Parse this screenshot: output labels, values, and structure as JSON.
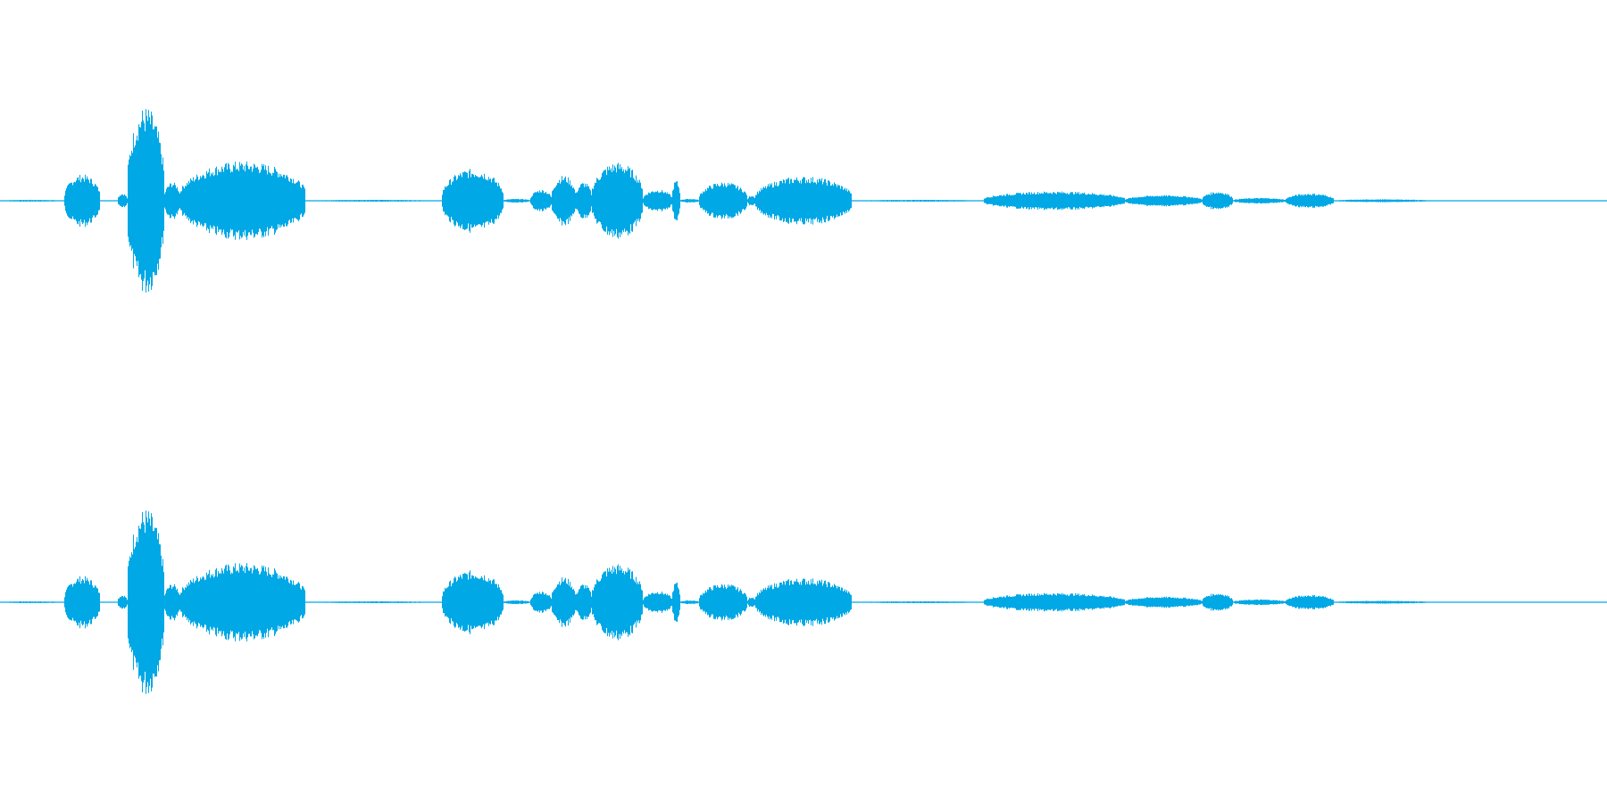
{
  "waveform": {
    "color": "#00a8e6",
    "channel_count": 2,
    "amplitude_scale": "linear",
    "envelope": [
      {
        "t0": 0.0,
        "t1": 0.038,
        "a": 0.01
      },
      {
        "t0": 0.04,
        "t1": 0.062,
        "a": 0.28
      },
      {
        "t0": 0.073,
        "t1": 0.079,
        "a": 0.08
      },
      {
        "t0": 0.079,
        "t1": 0.102,
        "a": 1.0
      },
      {
        "t0": 0.102,
        "t1": 0.112,
        "a": 0.2
      },
      {
        "t0": 0.112,
        "t1": 0.19,
        "a": 0.42
      },
      {
        "t0": 0.19,
        "t1": 0.275,
        "a": 0.01
      },
      {
        "t0": 0.275,
        "t1": 0.313,
        "a": 0.34
      },
      {
        "t0": 0.313,
        "t1": 0.33,
        "a": 0.02
      },
      {
        "t0": 0.33,
        "t1": 0.343,
        "a": 0.12
      },
      {
        "t0": 0.343,
        "t1": 0.358,
        "a": 0.27
      },
      {
        "t0": 0.358,
        "t1": 0.368,
        "a": 0.2
      },
      {
        "t0": 0.368,
        "t1": 0.4,
        "a": 0.41
      },
      {
        "t0": 0.4,
        "t1": 0.418,
        "a": 0.12
      },
      {
        "t0": 0.418,
        "t1": 0.423,
        "a": 0.22
      },
      {
        "t0": 0.423,
        "t1": 0.435,
        "a": 0.02
      },
      {
        "t0": 0.435,
        "t1": 0.465,
        "a": 0.2
      },
      {
        "t0": 0.465,
        "t1": 0.47,
        "a": 0.06
      },
      {
        "t0": 0.47,
        "t1": 0.53,
        "a": 0.26
      },
      {
        "t0": 0.53,
        "t1": 0.612,
        "a": 0.01
      },
      {
        "t0": 0.612,
        "t1": 0.7,
        "a": 0.1
      },
      {
        "t0": 0.7,
        "t1": 0.748,
        "a": 0.06
      },
      {
        "t0": 0.748,
        "t1": 0.767,
        "a": 0.1
      },
      {
        "t0": 0.767,
        "t1": 0.8,
        "a": 0.03
      },
      {
        "t0": 0.8,
        "t1": 0.83,
        "a": 0.08
      },
      {
        "t0": 0.83,
        "t1": 0.89,
        "a": 0.015
      },
      {
        "t0": 0.89,
        "t1": 1.0,
        "a": 0.005
      }
    ]
  }
}
